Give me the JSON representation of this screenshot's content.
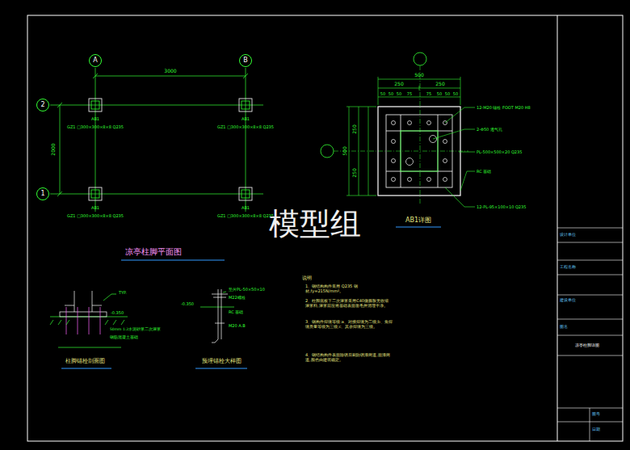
{
  "diagram": {
    "nodes": [
      {
        "text": [
          "A"
        ]
      },
      {
        "text": [
          "B"
        ]
      },
      {
        "text": [
          "2"
        ]
      },
      {
        "text": [
          "1"
        ]
      }
    ],
    "labels": [
      "3000",
      "2000",
      "AB1",
      "GZ1 □300×300×8×8 Q235",
      "AB1",
      "GZ1 □300×300×8×8 Q235",
      "AB1",
      "GZ1 □300×300×8×8 Q235",
      "AB1",
      "GZ1 □300×300×8×8 Q235",
      "凉亭柱脚平面图",
      "500",
      "250",
      "250",
      "50",
      "50",
      "50",
      "75",
      "75",
      "50",
      "50",
      "50",
      "500",
      "250",
      "250",
      "12-M20 锚栓 FOOT M20 H8",
      "2-Φ50 透气孔",
      "PL-500×500×20 Q235",
      "RC 基础",
      "12-PL-95×100×10 Q235",
      "AB1详图",
      "模型组",
      "TYP.",
      "-0.350",
      "50mm 1:2水泥砂浆二次灌浆",
      "钢筋混凝土基础",
      "柱脚锚栓剖面图",
      "-0.350",
      "垫片PL-50×50×10",
      "M22螺栓",
      "RC 基础",
      "M20 A.B",
      "预埋锚栓大样图",
      "说明",
      "1、钢结构构件采用 Q235 钢材,fy=215N/mm²。",
      "2、柱脚底板下二次灌浆采用C40微膨胀无收缩灌浆料,灌浆前应将基础表面凿毛并清理干净。",
      "3、钢构件焊缝等级:a、对接焊缝为二级;b、角焊缝质量等级为三级;c、其余焊缝为三级。",
      "4、钢结构构件表面除锈后刷防锈漆两道,面漆两道,颜色由建筑确定。",
      "设计单位",
      "工程名称",
      "建设单位",
      "图名",
      "凉亭柱脚详图",
      "图号",
      "日期"
    ]
  }
}
